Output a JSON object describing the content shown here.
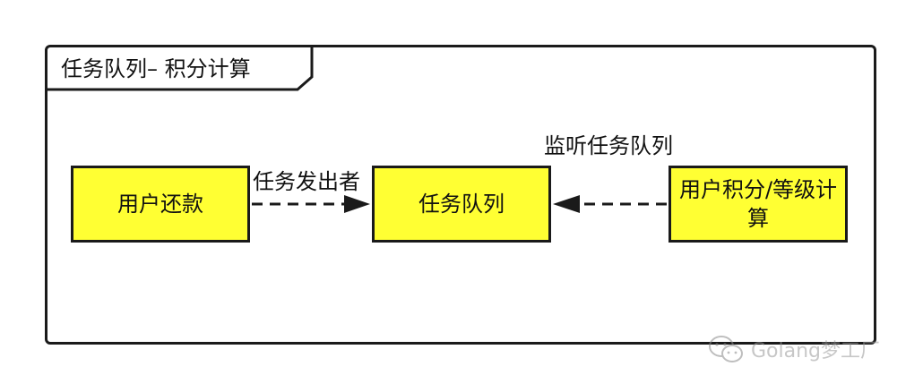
{
  "frame": {
    "title": "任务队列– 积分计算"
  },
  "nodes": {
    "repay": "用户还款",
    "queue": "任务队列",
    "points": "用户积分/等级计算"
  },
  "edges": {
    "publisher_label": "任务发出者",
    "listener_label": "监听任务队列"
  },
  "watermark": {
    "text": "Golang梦工厂",
    "icon": "wechat-icon"
  },
  "colors": {
    "node_fill": "#ffff33",
    "border": "#1a1a1a"
  }
}
